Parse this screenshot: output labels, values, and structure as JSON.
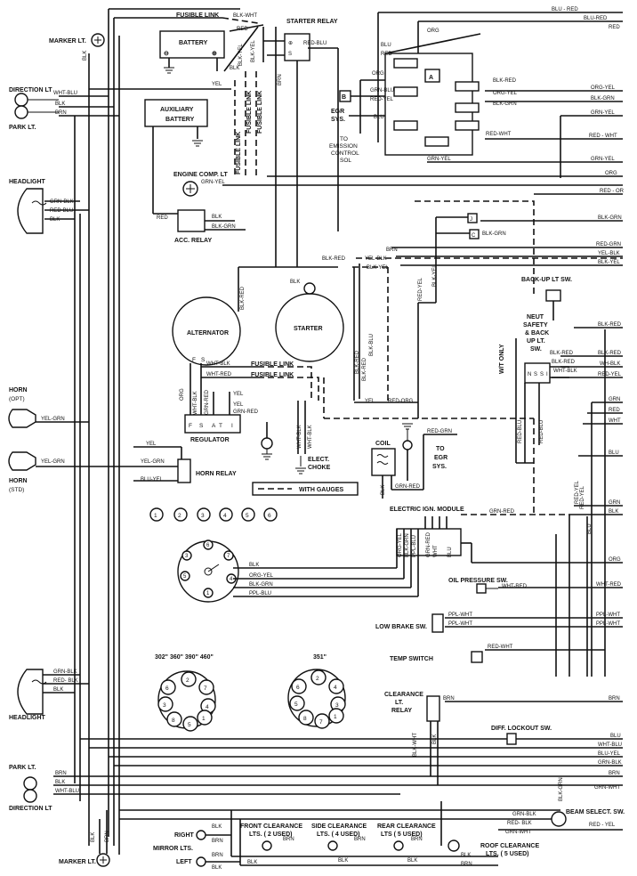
{
  "components": {
    "marker_lt": "MARKER LT.",
    "direction_lt": "DIRECTION LT",
    "park_lt": "PARK LT.",
    "headlight": "HEADLIGHT",
    "battery": "BATTERY",
    "aux_battery": "AUXILIARY BATTERY",
    "fusible_link": "FUSIBLE LINK",
    "starter_relay": "STARTER RELAY",
    "engine_comp_lt": "ENGINE COMP. LT",
    "acc_relay": "ACC. RELAY",
    "alternator": "ALTERNATOR",
    "starter": "STARTER",
    "regulator": "REGULATOR",
    "horn": "HORN",
    "horn_opt": "(OPT)",
    "horn_std": "(STD)",
    "horn_relay": "HORN RELAY",
    "elect_choke": "ELECT. CHOKE",
    "with_gauges": "WITH GAUGES",
    "coil": "COIL",
    "egr_sys": "EGR SYS.",
    "egr_sys_left": "EGR SYS.",
    "to_emission": "TO EMISSION CONTROL SOL",
    "electric_ign_module": "ELECTRIC IGN. MODULE",
    "back_up_lt_sw": "BACK-UP LT SW.",
    "neut_safety": "NEUT SAFETY & BACK UP LT. SW.",
    "w_t_only": "W/T ONLY",
    "oil_pressure_sw": "OIL PRESSURE SW.",
    "low_brake_sw": "LOW BRAKE SW.",
    "temp_switch": "TEMP SWITCH",
    "clearance_lt_relay": "CLEARANCE LT. RELAY",
    "diff_lockout_sw": "DIFF. LOCKOUT SW.",
    "beam_select_sw": "BEAM SELECT. SW.",
    "front_clearance": "FRONT CLEARANCE LTS. (2 USED)",
    "side_clearance": "SIDE CLEARANCE LTS. (4 USED)",
    "rear_clearance": "REAR CLEARANCE LTS (5 USED)",
    "roof_clearance": "ROOF CLEARANCE LTS. ( 5 USED)",
    "right": "RIGHT",
    "mirror_lts": "MIRROR LTS.",
    "left": "LEFT",
    "engines_a": "302\" 360\" 390\" 460\"",
    "engines_b": "351\"",
    "terminal_b": "B",
    "terminal_a": "A",
    "terminal_j": "J",
    "terminal_c": "C"
  },
  "circles": [
    "1",
    "2",
    "3",
    "4",
    "5",
    "6"
  ],
  "firing_left": [
    "2",
    "6",
    "3",
    "7",
    "4",
    "8",
    "5",
    "1"
  ],
  "firing_right": [
    "2",
    "6",
    "4",
    "3",
    "5",
    "8",
    "7",
    "1"
  ],
  "right_edge_wires": [
    "BLU - RED",
    "BLU-RED",
    "RED",
    "ORG-YEL",
    "BLK-GRN",
    "GRN-YEL",
    "RED - WHT",
    "GRN-YEL",
    "ORG",
    "RED - OR",
    "BLK-GRN",
    "RED-GRN",
    "YEL-BLK",
    "BLK-YEL",
    "BLK-RED",
    "BLK-RED",
    "WH-BLK",
    "RED-YEL",
    "GRN",
    "RED",
    "WHT",
    "BLU",
    "GRN",
    "BLK",
    "ORG",
    "WHT-RED",
    "PPL-WHT",
    "PPL-WHT",
    "BRN",
    "BLU",
    "WHT-BLU",
    "BLU-YEL",
    "GRN-BLK",
    "BRN",
    "GRN-WHT",
    "RED - YEL"
  ],
  "wire_labels": {
    "blk_wht": "BLK-WHT",
    "red": "RED",
    "red_blu": "RED-BLU",
    "blk": "BLK",
    "blk_yel": "BLK-YEL",
    "brn": "BRN",
    "yel": "YEL",
    "wht_blu": "WHT-BLU",
    "grn_blk": "GRN-BLK",
    "grn_yel": "GRN-YEL",
    "blk_grn": "BLK-GRN",
    "blk_red": "BLK-RED",
    "yel_blk": "YEL-BLK",
    "red_org": "RED-ORG",
    "wht_blk": "WHT-BLK",
    "wht_red": "WHT-RED",
    "grn_red": "GRN-RED",
    "yel_grn": "YEL-GRN",
    "blu_yel": "BLU-YEL",
    "org_yel": "ORG-YEL",
    "ppl_blu": "PPL-BLU",
    "red_grn": "RED-GRN",
    "red_yel": "RED-YEL",
    "blu": "BLU",
    "org": "ORG",
    "red_wht": "RED-WHT",
    "ppl_wht": "PPL-WHT",
    "red_blk": "RED- BLK",
    "grn_wht": "GRN-WHT",
    "red_wht_b": "RED-WHT",
    "blu_red": "BLU-RED",
    "grn_blu": "GRN-BLU",
    "org_yel_b": "ORG-YEL",
    "blk_grn_b": "BLK-GRN",
    "wht": "WHT",
    "blu_b": "BLU"
  }
}
